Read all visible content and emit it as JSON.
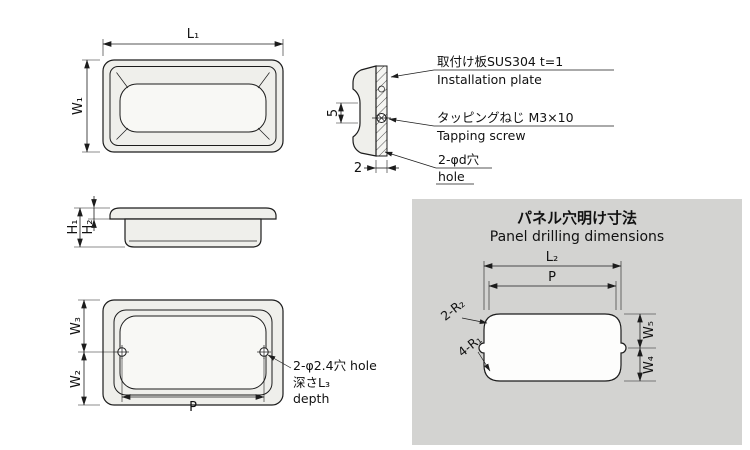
{
  "top_view": {
    "l1": "L₁",
    "w1": "W₁"
  },
  "section_view": {
    "d5": "5",
    "d2": "2",
    "plate_jp": "取付け板SUS304 t=1",
    "plate_en": "Installation plate",
    "screw_jp": "タッピングねじ M3×10",
    "screw_en": "Tapping screw",
    "hole_jp": "2-φd穴",
    "hole_en": "hole"
  },
  "profile_view": {
    "h1": "H₁",
    "h2": "H₂"
  },
  "front_view": {
    "w3": "W₃",
    "w2": "W₂",
    "p": "P",
    "hole_callout_line1": "2-φ2.4穴 hole",
    "hole_callout_line2": "深さL₃",
    "hole_callout_line3": "depth"
  },
  "panel_box": {
    "title_jp": "パネル穴明け寸法",
    "title_en": "Panel drilling dimensions",
    "l2": "L₂",
    "p": "P",
    "w5": "W₅",
    "w4": "W₄",
    "r2": "2-R₂",
    "r1": "4-R₁"
  },
  "colors": {
    "panel_bg": "#d3d3d1",
    "line": "#1c1c1c",
    "part_fill": "#efefeb"
  }
}
